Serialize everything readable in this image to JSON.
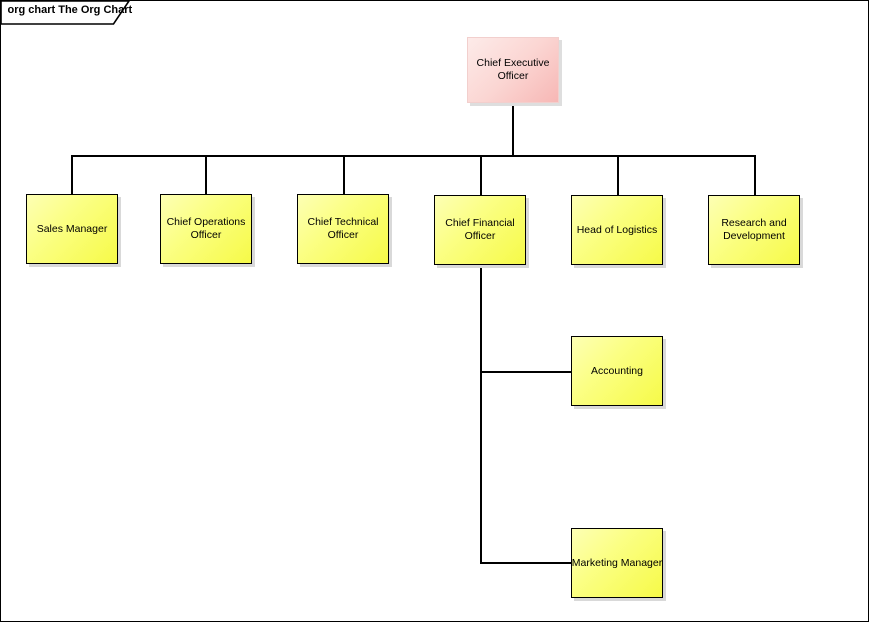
{
  "frame": {
    "label": "org chart The Org Chart",
    "diagram_type": "org chart",
    "diagram_name": "The Org Chart"
  },
  "nodes": [
    {
      "label": "Chief Executive Officer",
      "reports_to": null
    },
    {
      "label": "Sales Manager",
      "reports_to": "Chief Executive Officer"
    },
    {
      "label": "Chief Operations Officer",
      "reports_to": "Chief Executive Officer"
    },
    {
      "label": "Chief Technical Officer",
      "reports_to": "Chief Executive Officer"
    },
    {
      "label": "Chief Financial Officer",
      "reports_to": "Chief Executive Officer"
    },
    {
      "label": "Head of Logistics",
      "reports_to": "Chief Executive Officer"
    },
    {
      "label": "Research and Development",
      "reports_to": "Chief Executive Officer"
    },
    {
      "label": "Accounting",
      "reports_to": "Chief Financial Officer"
    },
    {
      "label": "Marketing Manager",
      "reports_to": "Chief Financial Officer"
    }
  ],
  "colors": {
    "root_node_fill_light": "#fdebe9",
    "root_node_fill_dark": "#f7b7b5",
    "child_node_fill_light": "#fdffb4",
    "child_node_fill_dark": "#f6fa48",
    "node_border": "#000000",
    "connector": "#000000",
    "shadow": "#d9d9d9",
    "background": "#ffffff"
  }
}
